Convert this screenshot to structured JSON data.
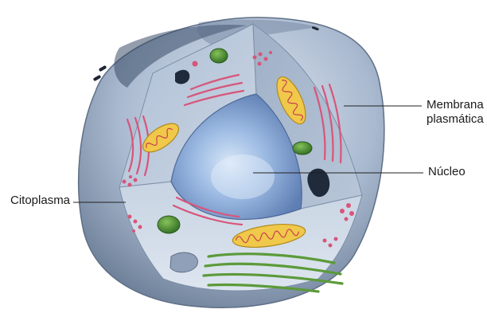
{
  "labels": {
    "membrana_line1": "Membrana",
    "membrana_line2": "plasmática",
    "nucleo": "Núcleo",
    "citoplasma": "Citoplasma"
  },
  "colors": {
    "membrane": "#8fa3bd",
    "cytoplasm": "#b7c6da",
    "nucleus": "#7f9fd0",
    "mitochondria": "#f0c84a",
    "endoplasmic_reticulum_rough": "#d8557a",
    "golgi": "#5c9a3a",
    "leader_line": "#222222"
  }
}
